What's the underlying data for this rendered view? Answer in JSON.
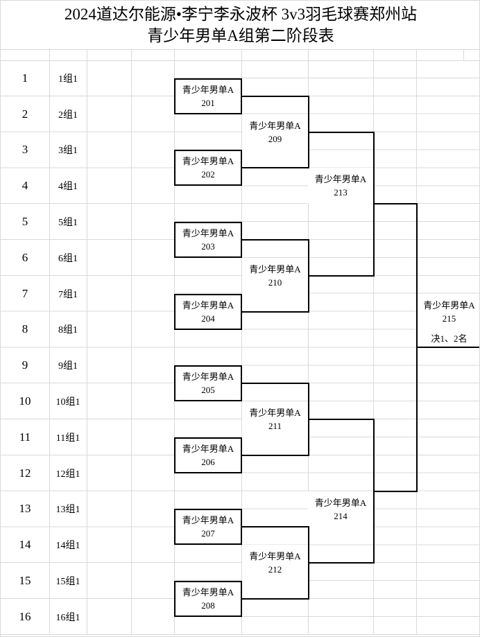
{
  "title": {
    "line1": "2024道达尔能源•李宁李永波杯 3v3羽毛球赛郑州站",
    "line2": "青少年男单A组第二阶段表"
  },
  "entries": [
    {
      "seed": "1",
      "group": "1组1"
    },
    {
      "seed": "2",
      "group": "2组1"
    },
    {
      "seed": "3",
      "group": "3组1"
    },
    {
      "seed": "4",
      "group": "4组1"
    },
    {
      "seed": "5",
      "group": "5组1"
    },
    {
      "seed": "6",
      "group": "6组1"
    },
    {
      "seed": "7",
      "group": "7组1"
    },
    {
      "seed": "8",
      "group": "8组1"
    },
    {
      "seed": "9",
      "group": "9组1"
    },
    {
      "seed": "10",
      "group": "10组1"
    },
    {
      "seed": "11",
      "group": "11组1"
    },
    {
      "seed": "12",
      "group": "12组1"
    },
    {
      "seed": "13",
      "group": "13组1"
    },
    {
      "seed": "14",
      "group": "14组1"
    },
    {
      "seed": "15",
      "group": "15组1"
    },
    {
      "seed": "16",
      "group": "16组1"
    }
  ],
  "rounds": {
    "r1": [
      {
        "name": "青少年男单A",
        "number": "201"
      },
      {
        "name": "青少年男单A",
        "number": "202"
      },
      {
        "name": "青少年男单A",
        "number": "203"
      },
      {
        "name": "青少年男单A",
        "number": "204"
      },
      {
        "name": "青少年男单A",
        "number": "205"
      },
      {
        "name": "青少年男单A",
        "number": "206"
      },
      {
        "name": "青少年男单A",
        "number": "207"
      },
      {
        "name": "青少年男单A",
        "number": "208"
      }
    ],
    "r2": [
      {
        "name": "青少年男单A",
        "number": "209"
      },
      {
        "name": "青少年男单A",
        "number": "210"
      },
      {
        "name": "青少年男单A",
        "number": "211"
      },
      {
        "name": "青少年男单A",
        "number": "212"
      }
    ],
    "r3": [
      {
        "name": "青少年男单A",
        "number": "213"
      },
      {
        "name": "青少年男单A",
        "number": "214"
      }
    ],
    "final": {
      "name": "青少年男单A",
      "number": "215",
      "note": "决1、2名"
    }
  },
  "colors": {
    "bracket_line": "#000000",
    "gridline": "#d9d9d9",
    "text": "#000000",
    "background": "#ffffff"
  }
}
